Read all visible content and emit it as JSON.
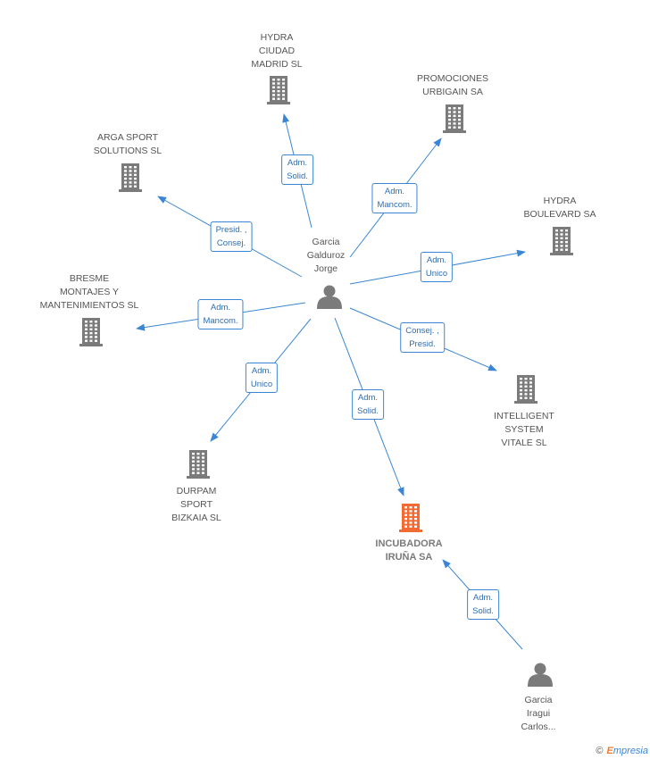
{
  "colors": {
    "edge": "#3a86d4",
    "node": "#7b7b7b",
    "highlight": "#f26a34"
  },
  "nodes": [
    {
      "id": "gg",
      "kind": "person",
      "label": "Garcia\nGalduroz\nJorge"
    },
    {
      "id": "gi",
      "kind": "person",
      "label": "Garcia\nIragui\nCarlos..."
    },
    {
      "id": "hydra_madrid",
      "kind": "company",
      "label": "HYDRA\nCIUDAD\nMADRID SL"
    },
    {
      "id": "promociones",
      "kind": "company",
      "label": "PROMOCIONES\nURBIGAIN SA"
    },
    {
      "id": "arga",
      "kind": "company",
      "label": "ARGA SPORT\nSOLUTIONS  SL"
    },
    {
      "id": "hydra_boulevard",
      "kind": "company",
      "label": "HYDRA\nBOULEVARD SA"
    },
    {
      "id": "bresme",
      "kind": "company",
      "label": "BRESME\nMONTAJES Y\nMANTENIMIENTOS SL"
    },
    {
      "id": "intelligent",
      "kind": "company",
      "label": "INTELLIGENT\nSYSTEM\nVITALE SL"
    },
    {
      "id": "durpam",
      "kind": "company",
      "label": "DURPAM\nSPORT\nBIZKAIA SL"
    },
    {
      "id": "incubadora",
      "kind": "company",
      "main": true,
      "label": "INCUBADORA\nIRUÑA SA"
    }
  ],
  "edges": [
    {
      "from": "gg",
      "to": "hydra_madrid",
      "label": "Adm.\nSolid."
    },
    {
      "from": "gg",
      "to": "promociones",
      "label": "Adm.\nMancom."
    },
    {
      "from": "gg",
      "to": "arga",
      "label": "Presid. ,\nConsej."
    },
    {
      "from": "gg",
      "to": "hydra_boulevard",
      "label": "Adm.\nUnico"
    },
    {
      "from": "gg",
      "to": "bresme",
      "label": "Adm.\nMancom."
    },
    {
      "from": "gg",
      "to": "intelligent",
      "label": "Consej. ,\nPresid."
    },
    {
      "from": "gg",
      "to": "durpam",
      "label": "Adm.\nUnico"
    },
    {
      "from": "gg",
      "to": "incubadora",
      "label": "Adm.\nSolid."
    },
    {
      "from": "gi",
      "to": "incubadora",
      "label": "Adm.\nSolid."
    }
  ],
  "footer": {
    "copyright": "©",
    "brand_first": "E",
    "brand_rest": "mpresia"
  }
}
